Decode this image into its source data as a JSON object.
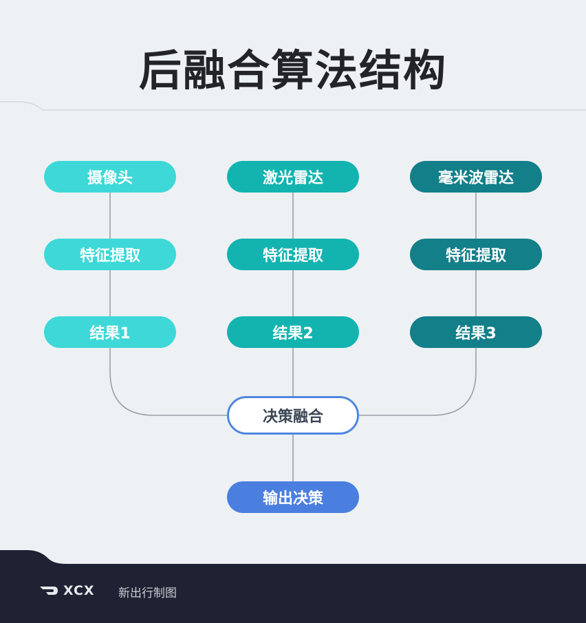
{
  "title": "后融合算法结构",
  "columns": [
    {
      "source": "摄像头",
      "feature": "特征提取",
      "result": "结果1",
      "color": "#3ed8d8"
    },
    {
      "source": "激光雷达",
      "feature": "特征提取",
      "result": "结果2",
      "color": "#13b3b0"
    },
    {
      "source": "毫米波雷达",
      "feature": "特征提取",
      "result": "结果3",
      "color": "#127f89"
    }
  ],
  "fusion": {
    "label": "决策融合",
    "border_color": "#4e86e0"
  },
  "output": {
    "label": "输出决策",
    "color": "#4a7fe0"
  },
  "footer": {
    "logo_text": "XCX",
    "logo_icon": "xcx-logo-icon",
    "caption": "新出行制图",
    "background": "#1e2232"
  },
  "colors": {
    "background": "#eef1f4",
    "connector": "#9aa0a6",
    "title": "#222428"
  }
}
